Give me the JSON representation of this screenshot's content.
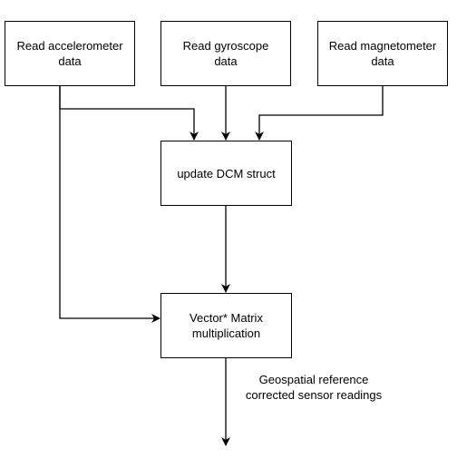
{
  "nodes": {
    "accelerometer": "Read accelerometer\ndata",
    "gyroscope": "Read gyroscope\ndata",
    "magnetometer": "Read magnetometer\ndata",
    "dcm": "update DCM struct",
    "vector_matrix": "Vector* Matrix\nmultiplication"
  },
  "edge_labels": {
    "output": "Geospatial reference\ncorrected sensor readings"
  }
}
